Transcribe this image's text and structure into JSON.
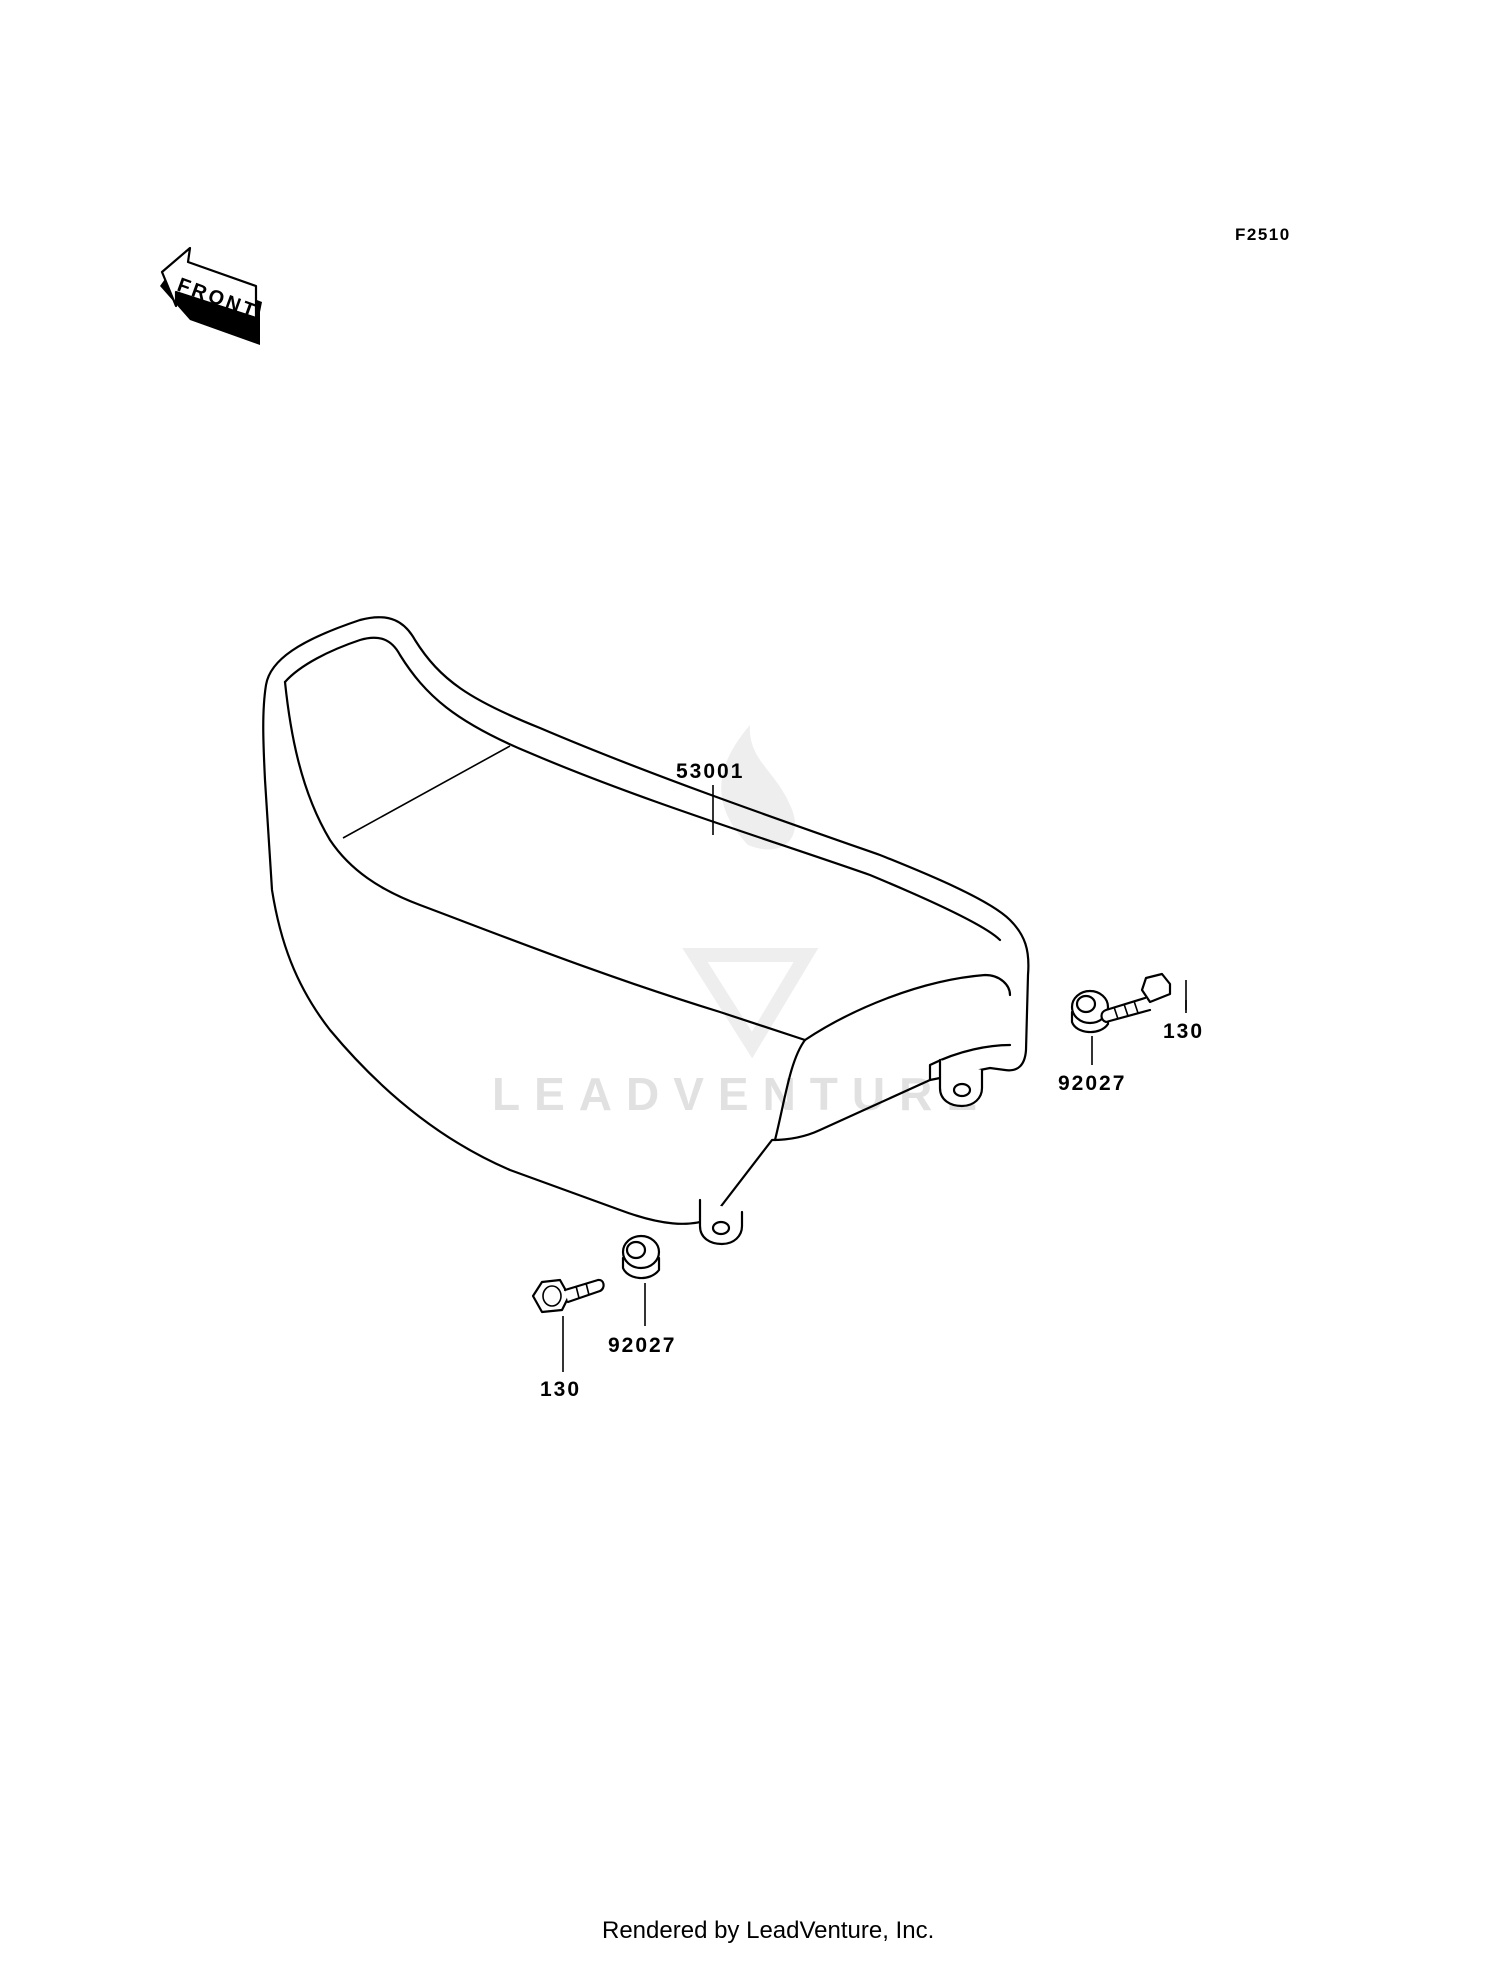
{
  "diagram": {
    "code": "F2510",
    "front_arrow": "FRONT",
    "watermark": "LEADVENTURE",
    "footer": "Rendered by LeadVenture, Inc.",
    "callouts": {
      "seat": "53001",
      "collar_right": "92027",
      "bolt_right": "130",
      "collar_left": "92027",
      "bolt_left": "130"
    }
  },
  "colors": {
    "line": "#000000",
    "background": "#ffffff",
    "watermark": "#bdbdbd"
  },
  "icons": [
    "front-arrow-icon",
    "seat-icon",
    "collar-icon",
    "bolt-icon",
    "leadventure-logo-icon"
  ]
}
